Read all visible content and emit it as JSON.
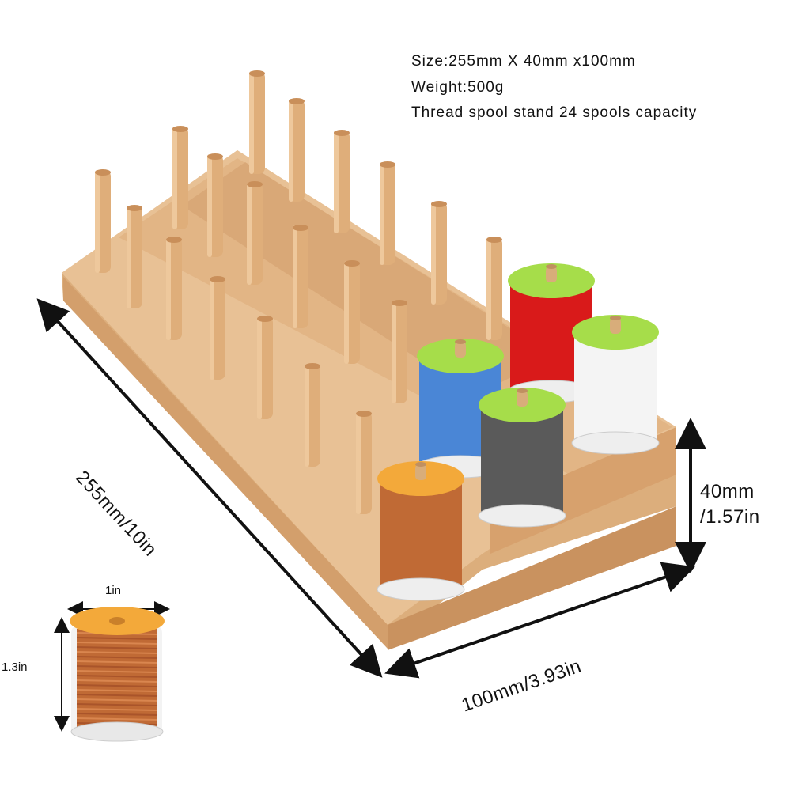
{
  "specs": {
    "size": "Size:255mm X 40mm x100mm",
    "weight": "Weight:500g",
    "capacity": "Thread spool stand 24 spools capacity"
  },
  "dimensions": {
    "length": "255mm/10in",
    "height_line1": "40mm",
    "height_line2": "/1.57in",
    "width": "100mm/3.93in"
  },
  "spool_detail": {
    "diameter": "1in",
    "height": "1.3in"
  },
  "colors": {
    "wood": "#e3b888",
    "wood_dark": "#c89566",
    "spool_red": "#d91a1a",
    "spool_blue": "#4a86d6",
    "spool_gray": "#5a5a5a",
    "spool_white": "#f4f4f4",
    "spool_copper": "#c06a35",
    "cap_green": "#a6dd4a",
    "cap_orange": "#f3a93a"
  }
}
